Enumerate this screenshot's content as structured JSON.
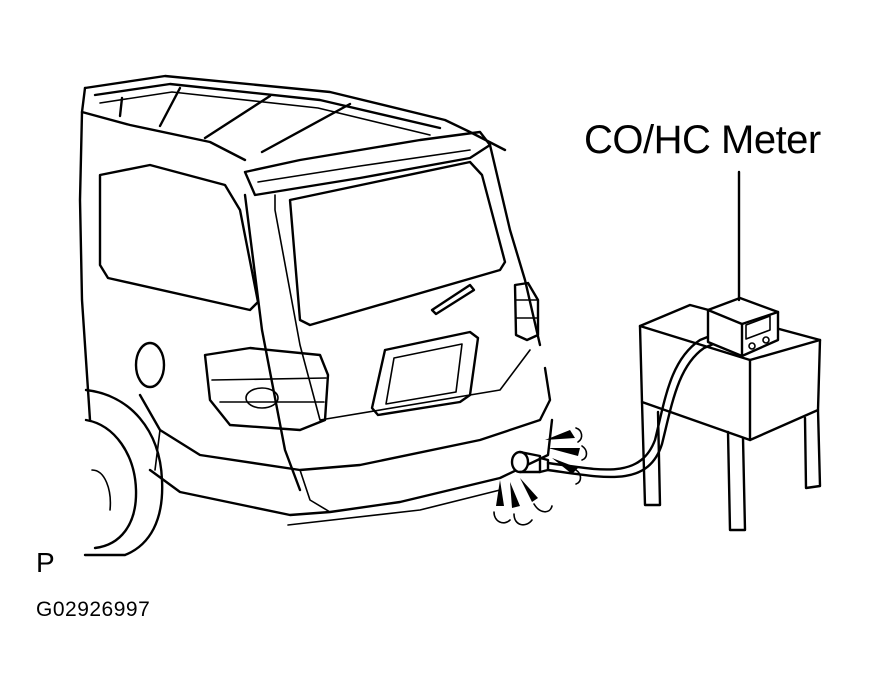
{
  "labels": {
    "meter": "CO/HC Meter",
    "corner_letter": "P",
    "figure_code": "G02926997"
  },
  "colors": {
    "ink": "#000000",
    "paper": "#ffffff"
  }
}
